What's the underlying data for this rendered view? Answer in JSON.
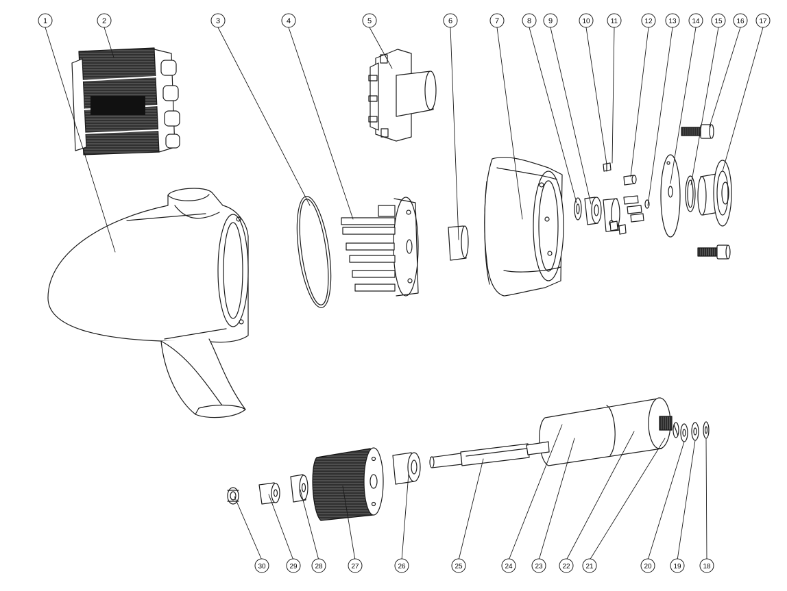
{
  "diagram": {
    "callouts": {
      "c1": "1",
      "c2": "2",
      "c3": "3",
      "c4": "4",
      "c5": "5",
      "c6": "6",
      "c7": "7",
      "c8": "8",
      "c9": "9",
      "c10": "10",
      "c11": "11",
      "c12": "12",
      "c13": "13",
      "c14": "14",
      "c15": "15",
      "c16": "16",
      "c17": "17",
      "c18": "18",
      "c19": "19",
      "c20": "20",
      "c21": "21",
      "c22": "22",
      "c23": "23",
      "c24": "24",
      "c25": "25",
      "c26": "26",
      "c27": "27",
      "c28": "28",
      "c29": "29",
      "c30": "30"
    },
    "colors": {
      "line": "#1a1a1a",
      "dark_fill": "#2a2a2a",
      "paper": "#ffffff"
    }
  }
}
